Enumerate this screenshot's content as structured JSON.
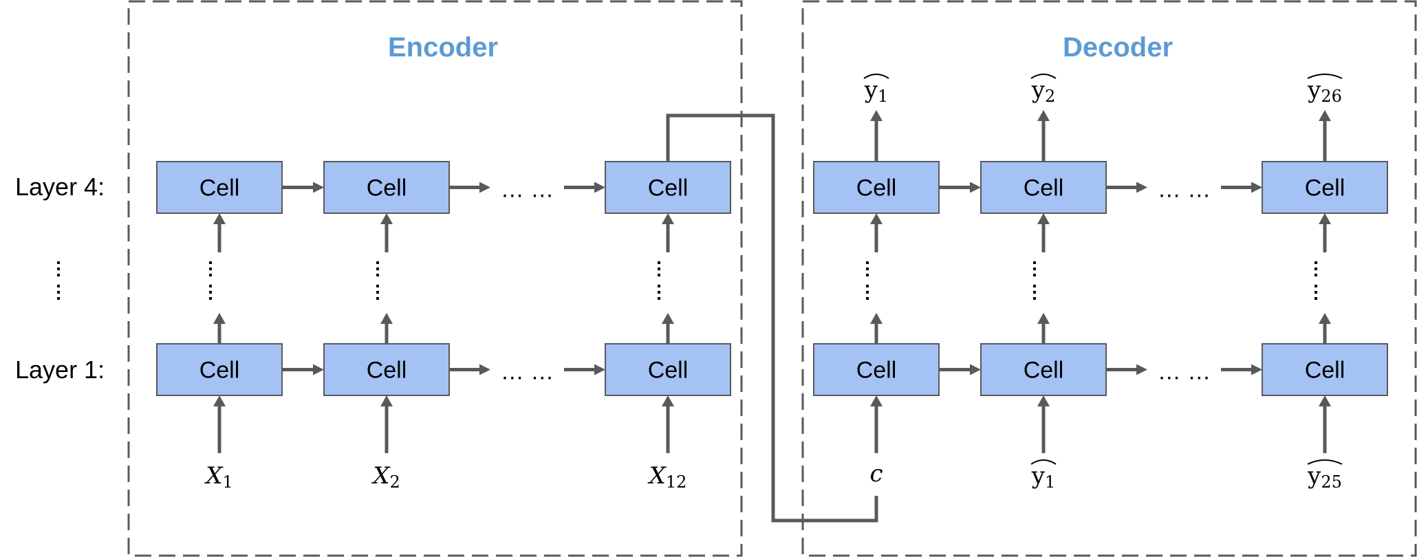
{
  "encoder": {
    "title": "Encoder",
    "columns": [
      {
        "id": "enc-1",
        "input_symbol": "X",
        "input_subscript": "1"
      },
      {
        "id": "enc-2",
        "input_symbol": "X",
        "input_subscript": "2"
      },
      {
        "id": "enc-12",
        "input_symbol": "X",
        "input_subscript": "12"
      }
    ]
  },
  "decoder": {
    "title": "Decoder",
    "columns": [
      {
        "id": "dec-1",
        "input_symbol": "c",
        "input_subscript": "",
        "input_hat": false,
        "output_symbol": "y",
        "output_subscript": "1"
      },
      {
        "id": "dec-2",
        "input_symbol": "y",
        "input_subscript": "1",
        "input_hat": true,
        "output_symbol": "y",
        "output_subscript": "2"
      },
      {
        "id": "dec-26",
        "input_symbol": "y",
        "input_subscript": "25",
        "input_hat": true,
        "output_symbol": "y",
        "output_subscript": "26"
      }
    ]
  },
  "layers": [
    {
      "label": "Layer 4:",
      "level": 4
    },
    {
      "label": "Layer 1:",
      "level": 1
    }
  ],
  "cell_label": "Cell",
  "horizontal_ellipsis": "… …",
  "colors": {
    "title": "#5b9bd5",
    "cell_fill": "#a4c2f4",
    "stroke": "#595959"
  }
}
